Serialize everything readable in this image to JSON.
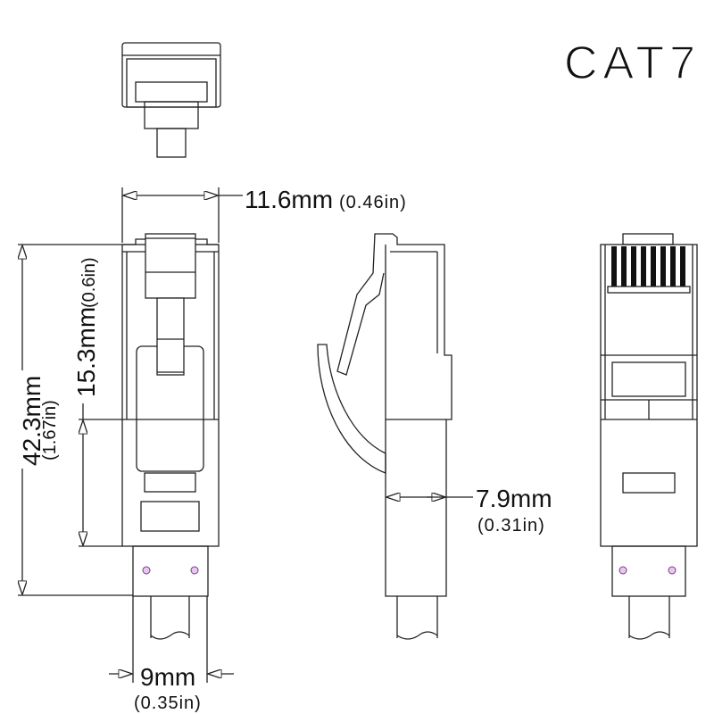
{
  "title": "CAT7",
  "dimensions": {
    "width": {
      "mm": "11.6mm",
      "in": "(0.46in)"
    },
    "length": {
      "mm": "42.3mm",
      "in": "(1.67in)"
    },
    "body_length": {
      "mm": "15.3mm",
      "in": "(0.6in)"
    },
    "thickness": {
      "mm": "7.9mm",
      "in": "(0.31in)"
    },
    "boot_width": {
      "mm": "9mm",
      "in": "(0.35in)"
    }
  },
  "colors": {
    "line": "#222222",
    "screw_hole": "#7a3a8a"
  }
}
